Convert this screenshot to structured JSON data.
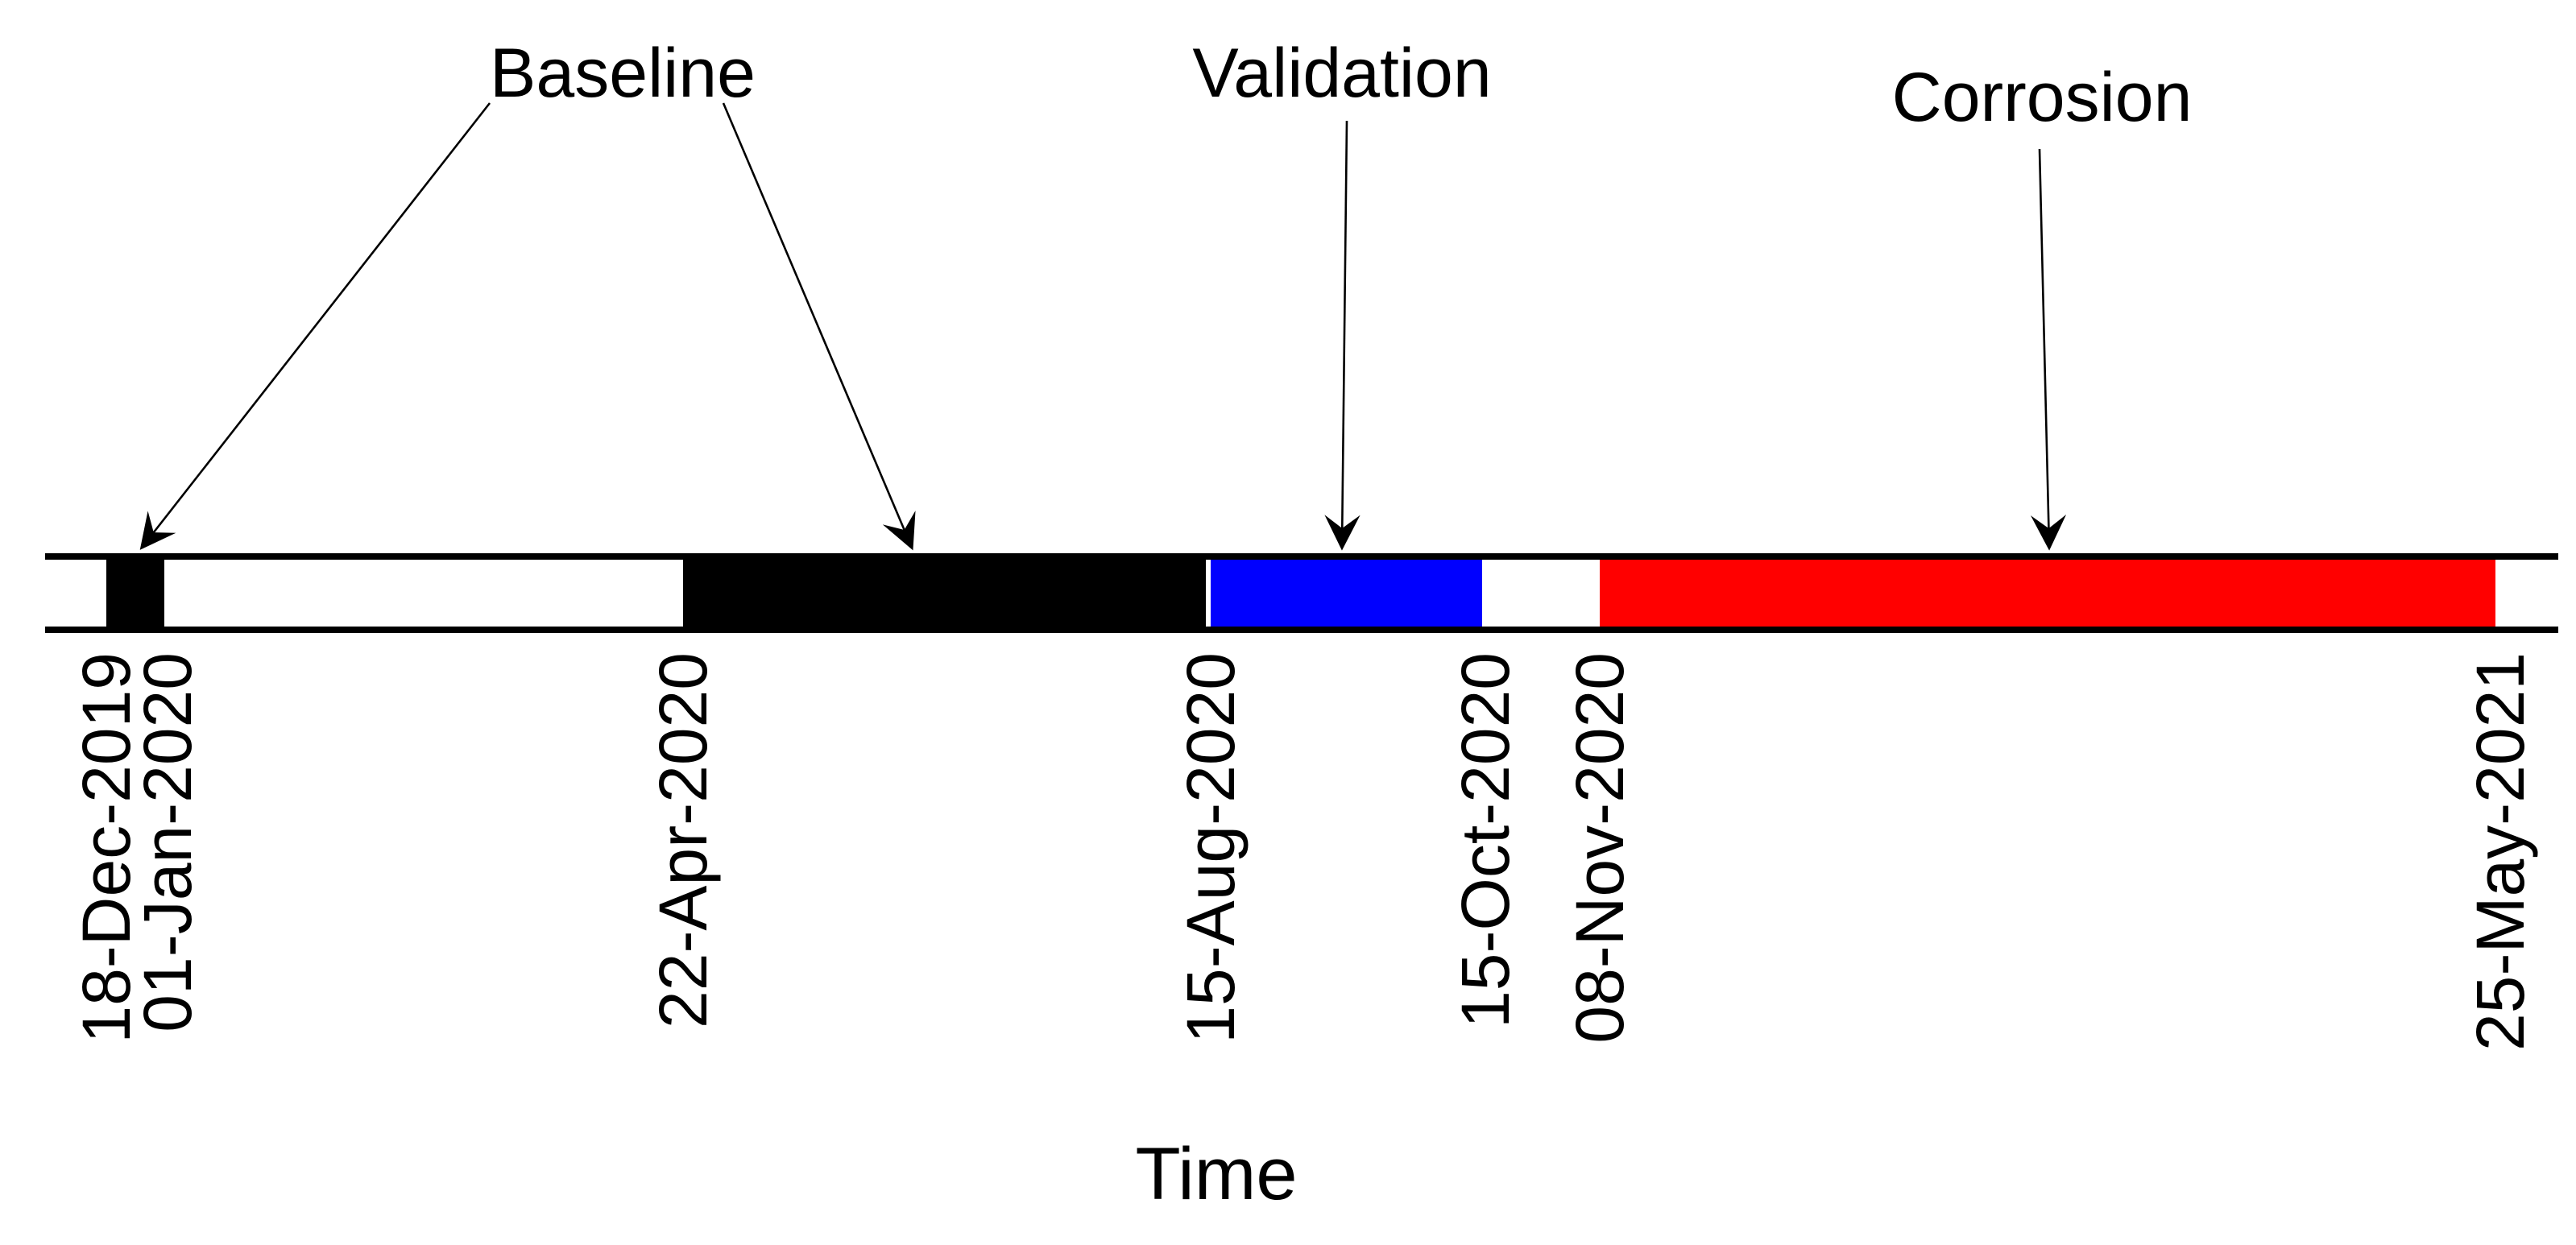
{
  "chart_data": {
    "type": "bar",
    "subtype": "horizontal-interval-timeline",
    "title": "",
    "xlabel": "Time",
    "ylabel": "",
    "grid": false,
    "legend_position": "none",
    "x_ticks": [
      "18-Dec-2019",
      "01-Jan-2020",
      "22-Apr-2020",
      "15-Aug-2020",
      "15-Oct-2020",
      "08-Nov-2020",
      "25-May-2021"
    ],
    "annotations": [
      "Baseline",
      "Validation",
      "Corrosion"
    ],
    "series": [
      {
        "name": "Baseline",
        "color": "#000000",
        "intervals": [
          {
            "start": "18-Dec-2019",
            "end": "01-Jan-2020"
          },
          {
            "start": "22-Apr-2020",
            "end": "15-Aug-2020"
          }
        ]
      },
      {
        "name": "Validation",
        "color": "#0000ff",
        "intervals": [
          {
            "start": "15-Aug-2020",
            "end": "15-Oct-2020"
          }
        ]
      },
      {
        "name": "Corrosion",
        "color": "#ff0000",
        "intervals": [
          {
            "start": "08-Nov-2020",
            "end": "25-May-2021"
          }
        ]
      }
    ],
    "bar_outline_color": "#000000",
    "background_color": "#ffffff"
  }
}
